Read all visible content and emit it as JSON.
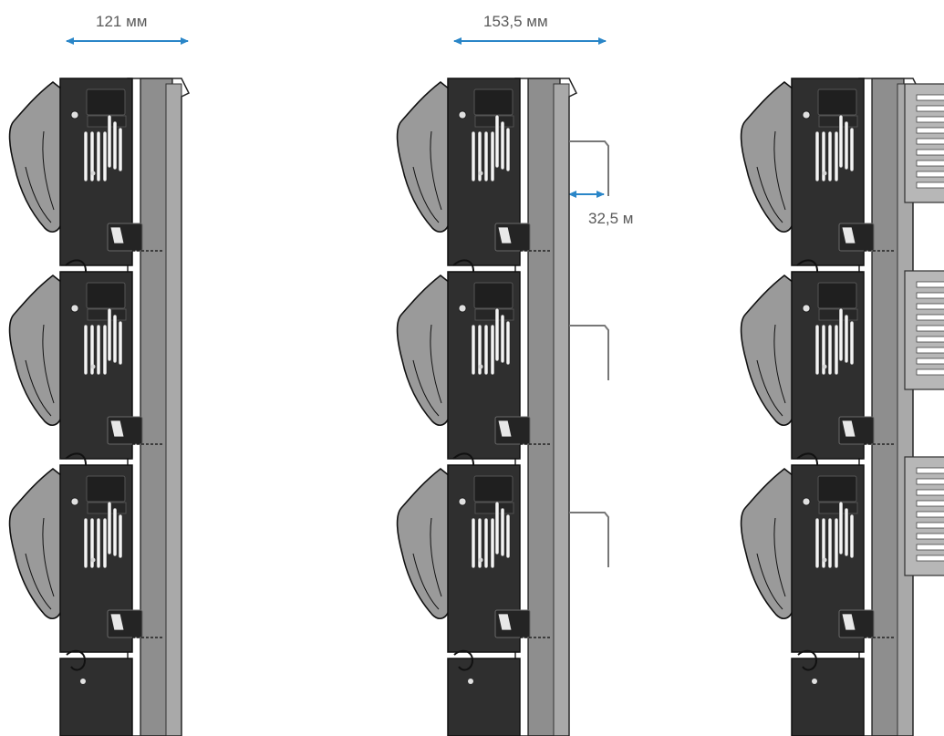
{
  "dimensions": {
    "width_1": "121 мм",
    "width_2": "153,5 мм",
    "offset": "32,5 м"
  },
  "colors": {
    "arrow": "#2a86c8",
    "body_dark": "#2f2f2f",
    "body_darker": "#1f1f1f",
    "panel_gray": "#8e8e8e",
    "panel_light": "#b3b3b3",
    "handle_gray": "#9a9a9a",
    "outline": "#111111",
    "bracket": "#777777"
  },
  "variants": [
    {
      "id": "base",
      "accessory": "none"
    },
    {
      "id": "with-bracket",
      "accessory": "bracket"
    },
    {
      "id": "with-cover",
      "accessory": "cover"
    }
  ]
}
